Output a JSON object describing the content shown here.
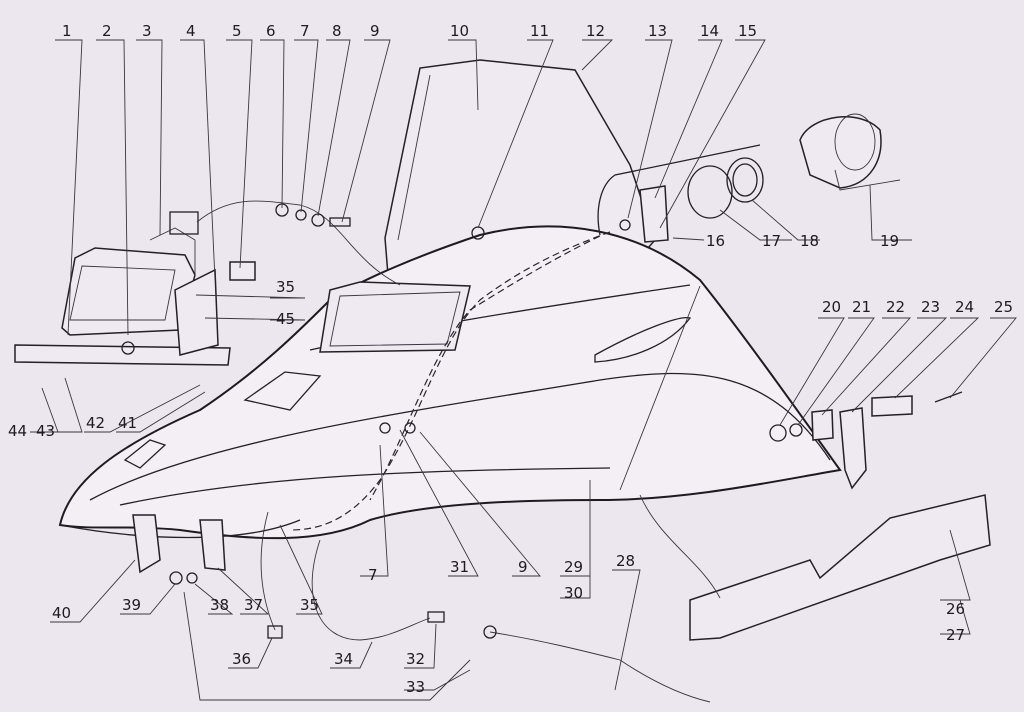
{
  "callouts": [
    "1",
    "2",
    "3",
    "4",
    "5",
    "6",
    "7",
    "8",
    "9",
    "10",
    "11",
    "12",
    "13",
    "14",
    "15",
    "16",
    "17",
    "18",
    "19",
    "20",
    "21",
    "22",
    "23",
    "24",
    "25",
    "26",
    "27",
    "28",
    "29",
    "30",
    "31",
    "32",
    "33",
    "34",
    "35",
    "36",
    "37",
    "38",
    "39",
    "40",
    "41",
    "42",
    "43",
    "44",
    "45"
  ],
  "callouts_repeat": {
    "n7b": "7",
    "n9b": "9",
    "n35b": "35"
  },
  "colors": {
    "paper": "#ece6ef",
    "ink": "#1d1a20",
    "fill": "#f3eff4"
  }
}
